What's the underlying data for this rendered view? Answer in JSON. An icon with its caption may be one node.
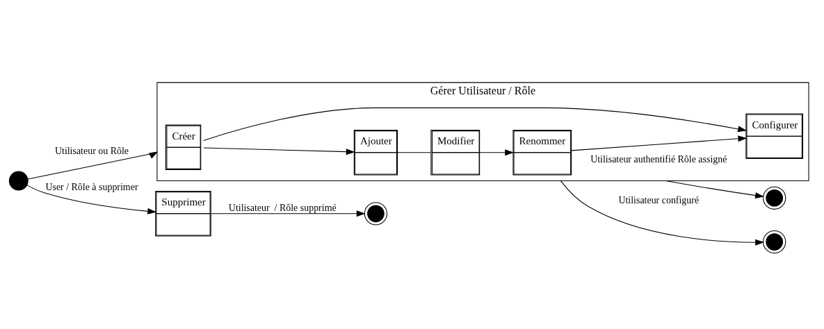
{
  "diagram": {
    "nodes": [
      {
        "text": [],
        "shape": "circle"
      },
      {
        "text": [
          "Gérer Utilisateur / Rôle"
        ]
      },
      {
        "text": [
          "Créer"
        ],
        "in": 1
      },
      {
        "text": [
          "Ajouter"
        ],
        "in": 1
      },
      {
        "text": [
          "Modifier"
        ],
        "in": 1
      },
      {
        "text": [
          "Configurer"
        ],
        "in": 1
      },
      {
        "text": [
          "Renommer"
        ],
        "in": 1
      },
      {
        "text": [
          "Supprimer"
        ]
      },
      {
        "text": [],
        "shape": "bullseye"
      },
      {
        "text": [],
        "shape": "bullseye"
      },
      {
        "text": [],
        "shape": "bullseye"
      }
    ],
    "edges": [
      {
        "from": 0,
        "to": 1,
        "arrow": "to",
        "label": "Utilisateur ou Rôle"
      },
      {
        "from": 2,
        "to": 3,
        "arrow": "to"
      },
      {
        "from": 2,
        "to": 5,
        "arrow": "to"
      },
      {
        "from": 3,
        "to": 4,
        "arrow": "none"
      },
      {
        "from": 4,
        "to": 6,
        "arrow": "to"
      },
      {
        "from": 6,
        "to": 5,
        "arrow": "to"
      },
      {
        "from": 1,
        "to": 8,
        "arrow": "to",
        "label": "Utilisateur authentifié Rôle assigné"
      },
      {
        "from": 1,
        "to": 9,
        "arrow": "to",
        "label": "Utilisateur configuré"
      },
      {
        "from": 0,
        "to": 7,
        "arrow": "to",
        "label": "User / Rôle à supprimer"
      },
      {
        "from": 7,
        "to": 10,
        "arrow": "to",
        "label": "Utilisateur  / Rôle supprimé"
      }
    ]
  }
}
